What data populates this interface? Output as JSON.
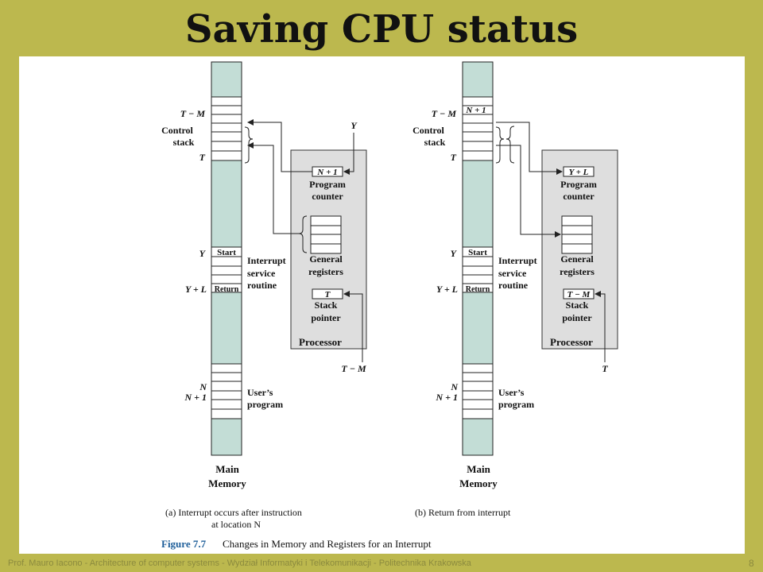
{
  "slide": {
    "title": "Saving CPU status",
    "footer": "Prof. Mauro Iacono - Architecture of computer systems - Wydział Informatyki i Telekomunikacji - Politechnika Krakowska",
    "page_number": "8"
  },
  "figure": {
    "number": "Figure 7.7",
    "caption": "Changes in Memory and Registers for an Interrupt",
    "panels": [
      {
        "id": "a",
        "caption_line1": "(a)  Interrupt occurs after instruction",
        "caption_line2": "at location N",
        "addr_tm": "T − M",
        "addr_t": "T",
        "addr_y": "Y",
        "addr_yl": "Y + L",
        "addr_n": "N",
        "addr_n1": "N + 1",
        "stack_cell_label": "",
        "start_label": "Start",
        "return_label": "Return",
        "control_stack_1": "Control",
        "control_stack_2": "stack",
        "isr_1": "Interrupt",
        "isr_2": "service",
        "isr_3": "routine",
        "user_1": "User’s",
        "user_2": "program",
        "mem_1": "Main",
        "mem_2": "Memory",
        "pc_value": "N + 1",
        "pc_1": "Program",
        "pc_2": "counter",
        "gr_1": "General",
        "gr_2": "registers",
        "sp_value": "T",
        "sp_1": "Stack",
        "sp_2": "pointer",
        "processor": "Processor",
        "pc_input": "Y",
        "sp_input": "T − M"
      },
      {
        "id": "b",
        "caption_line1": "(b)  Return from interrupt",
        "caption_line2": "",
        "addr_tm": "T − M",
        "addr_t": "T",
        "addr_y": "Y",
        "addr_yl": "Y + L",
        "addr_n": "N",
        "addr_n1": "N + 1",
        "stack_cell_label": "N + 1",
        "start_label": "Start",
        "return_label": "Return",
        "control_stack_1": "Control",
        "control_stack_2": "stack",
        "isr_1": "Interrupt",
        "isr_2": "service",
        "isr_3": "routine",
        "user_1": "User’s",
        "user_2": "program",
        "mem_1": "Main",
        "mem_2": "Memory",
        "pc_value": "Y + L",
        "pc_1": "Program",
        "pc_2": "counter",
        "gr_1": "General",
        "gr_2": "registers",
        "sp_value": "T − M",
        "sp_1": "Stack",
        "sp_2": "pointer",
        "processor": "Processor",
        "pc_input": "",
        "sp_input": "T"
      }
    ]
  }
}
